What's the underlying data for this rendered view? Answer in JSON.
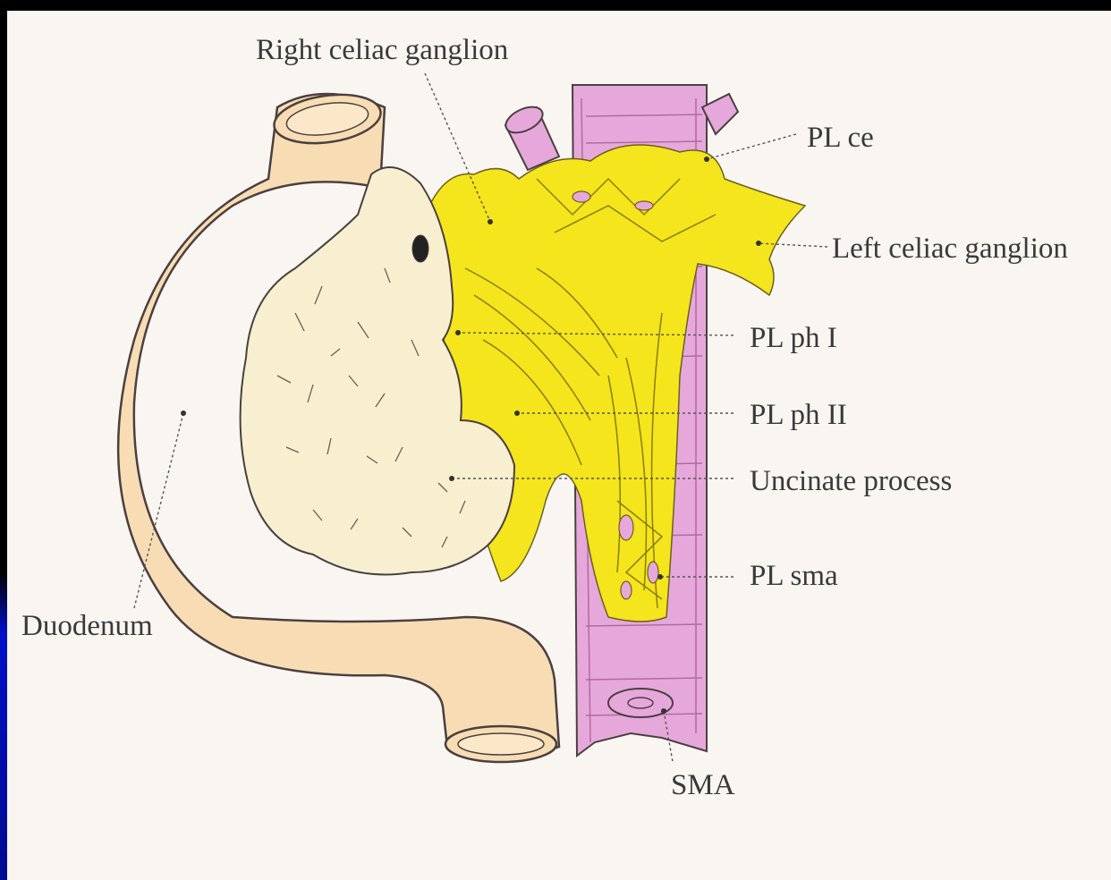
{
  "labels": {
    "right_celiac_ganglion": "Right celiac ganglion",
    "pl_ce": "PL ce",
    "left_celiac_ganglion": "Left celiac ganglion",
    "pl_ph_1": "PL ph I",
    "pl_ph_2": "PL ph II",
    "uncinate_process": "Uncinate process",
    "pl_sma": "PL sma",
    "duodenum": "Duodenum",
    "sma": "SMA"
  },
  "colors": {
    "background": "#f9f6f2",
    "duodenum": "#f8ddb4",
    "pancreas": "#f7efcf",
    "nerve_plexus": "#f4e51c",
    "artery": "#e4a6d8",
    "outline": "#4a4040",
    "label_text": "#3a3a3a"
  }
}
